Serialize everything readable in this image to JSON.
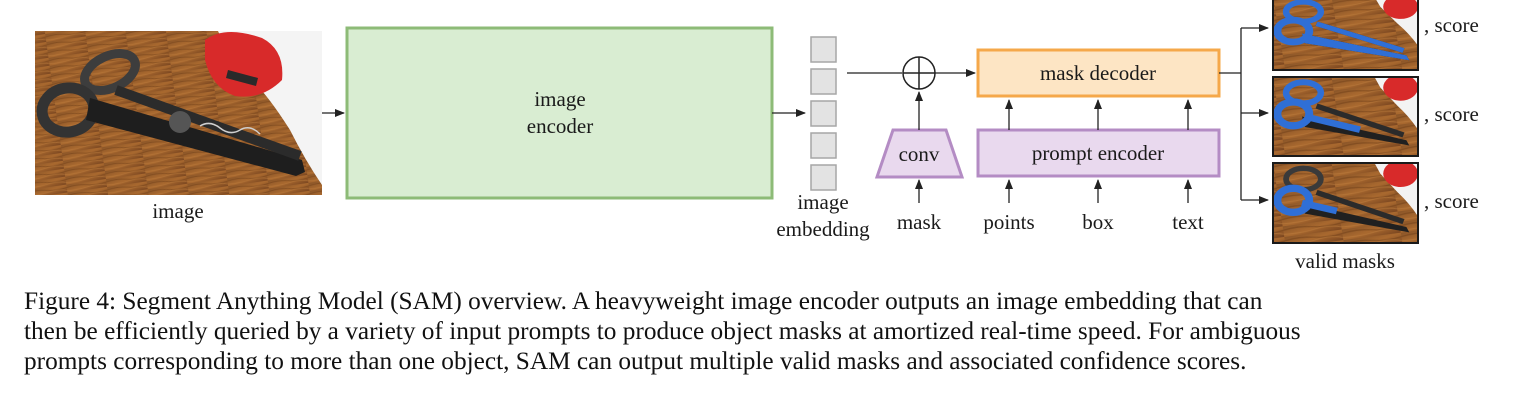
{
  "diagram": {
    "input_image_label": "image",
    "image_encoder_line1": "image",
    "image_encoder_line2": "encoder",
    "embedding_label_line1": "image",
    "embedding_label_line2": "embedding",
    "conv_label": "conv",
    "mask_label": "mask",
    "mask_decoder_label": "mask decoder",
    "prompt_encoder_label": "prompt encoder",
    "prompt_inputs": [
      "points",
      "box",
      "text"
    ],
    "outputs": [
      {
        "score_label": ", score"
      },
      {
        "score_label": ", score"
      },
      {
        "score_label": ", score"
      }
    ],
    "valid_masks_label": "valid masks",
    "colors": {
      "encoder_fill": "#d9edd2",
      "encoder_stroke": "#8dbb77",
      "decoder_fill": "#fde5c4",
      "decoder_stroke": "#f5a84a",
      "prompt_fill": "#e9d9ee",
      "prompt_stroke": "#b48cc4",
      "embedding_fill": "#e3e3e3",
      "embedding_stroke": "#a6a6a6",
      "mask_highlight": "#2f6fd6"
    }
  },
  "caption": {
    "line1": "Figure 4: Segment Anything Model (SAM) overview. A heavyweight image encoder outputs an image embedding that can",
    "line2": "then be efficiently queried by a variety of input prompts to produce object masks at amortized real-time speed. For ambiguous",
    "line3": "prompts corresponding to more than one object, SAM can output multiple valid masks and associated confidence scores."
  }
}
